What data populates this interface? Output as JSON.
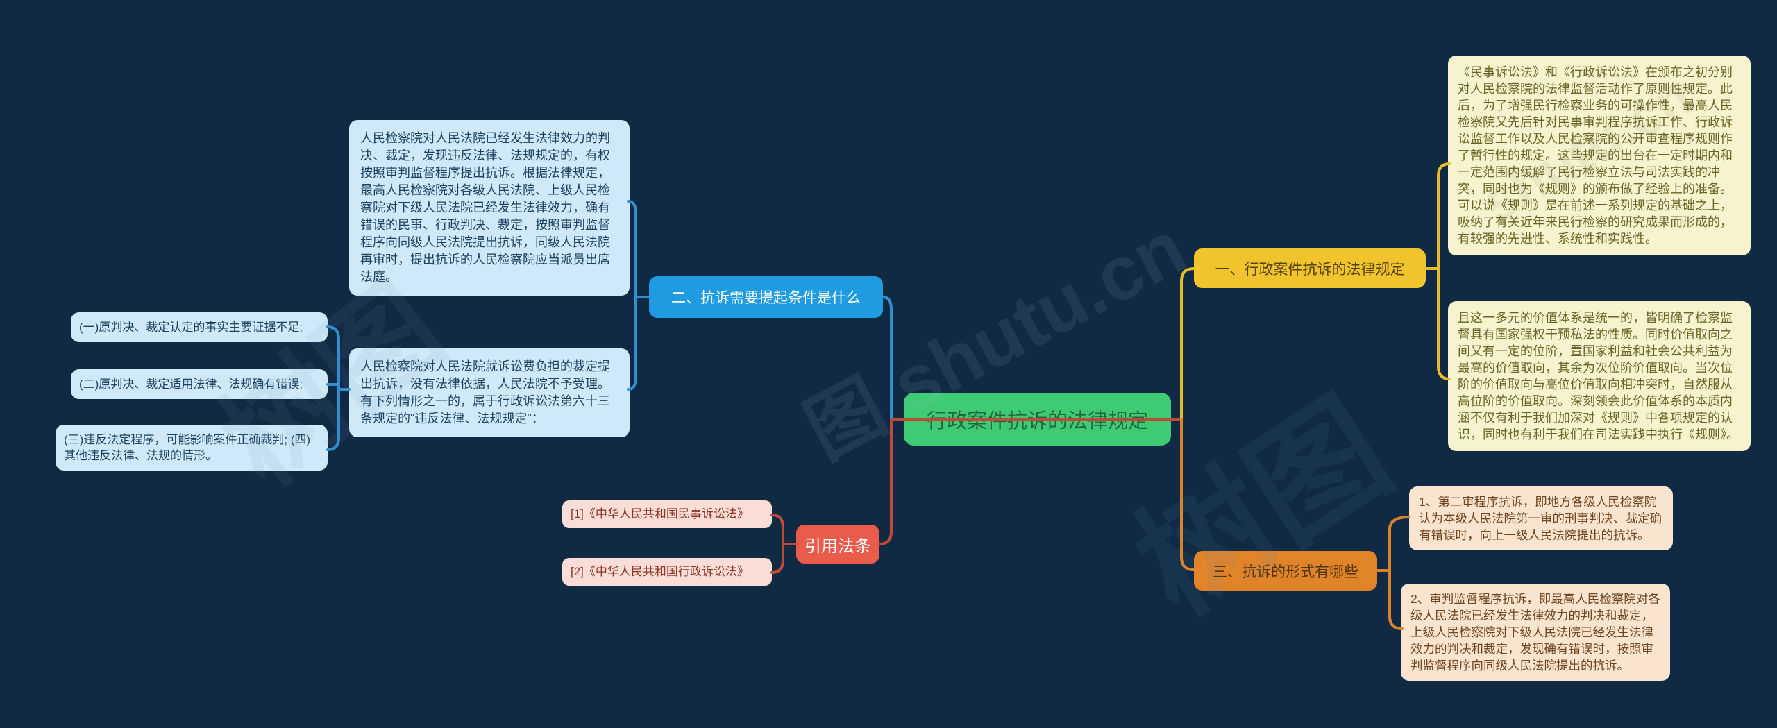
{
  "watermarks": {
    "wm1": "树图",
    "wm2": "图 shutu.cn",
    "wm3": "树图",
    "wm4": "shutu.cn"
  },
  "center": {
    "label": "行政案件抗诉的法律规定"
  },
  "branch_conditions": {
    "label": "二、抗诉需要提起条件是什么",
    "note_main": "人民检察院对人民法院已经发生法律效力的判决、裁定，发现违反法律、法规规定的，有权按照审判监督程序提出抗诉。根据法律规定，最高人民检察院对各级人民法院、上级人民检察院对下级人民法院已经发生法律效力，确有错误的民事、行政判决、裁定，按照审判监督程序向同级人民法院提出抗诉，同级人民法院再审时，提出抗诉的人民检察院应当派员出席法庭。",
    "note_fee": "人民检察院对人民法院就诉讼费负担的裁定提出抗诉，没有法律依据，人民法院不予受理。有下列情形之一的，属于行政诉讼法第六十三条规定的\"违反法律、法规规定\"：",
    "items": [
      "(一)原判决、裁定认定的事实主要证据不足;",
      "(二)原判决、裁定适用法律、法规确有错误;",
      "(三)违反法定程序，可能影响案件正确裁判; (四)其他违反法律、法规的情形。"
    ]
  },
  "branch_citations": {
    "label": "引用法条",
    "items": [
      "[1]《中华人民共和国民事诉讼法》",
      "[2]《中华人民共和国行政诉讼法》"
    ]
  },
  "branch_regulations": {
    "label": "一、行政案件抗诉的法律规定",
    "notes": [
      "《民事诉讼法》和《行政诉讼法》在颁布之初分别对人民检察院的法律监督活动作了原则性规定。此后，为了增强民行检察业务的可操作性，最高人民检察院又先后针对民事审判程序抗诉工作、行政诉讼监督工作以及人民检察院的公开审查程序规则作了暂行性的规定。这些规定的出台在一定时期内和一定范围内缓解了民行检察立法与司法实践的冲突，同时也为《规则》的颁布做了经验上的准备。可以说《规则》是在前述一系列规定的基础之上，吸纳了有关近年来民行检察的研究成果而形成的，有较强的先进性、系统性和实践性。",
      "且这一多元的价值体系是统一的，皆明确了检察监督具有国家强权干预私法的性质。同时价值取向之间又有一定的位阶，置国家利益和社会公共利益为最高的价值取向，其余为次位阶价值取向。当次位阶的价值取向与高位价值取向相冲突时，自然服从高位阶的价值取向。深刻领会此价值体系的本质内涵不仅有利于我们加深对《规则》中各项规定的认识，同时也有利于我们在司法实践中执行《规则》。"
    ]
  },
  "branch_forms": {
    "label": "三、抗诉的形式有哪些",
    "notes": [
      "1、第二审程序抗诉，即地方各级人民检察院认为本级人民法院第一审的刑事判决、裁定确有错误时，向上一级人民法院提出的抗诉。",
      "2、审判监督程序抗诉，即最高人民检察院对各级人民法院已经发生法律效力的判决和裁定，上级人民检察院对下级人民法院已经发生法律效力的判决和裁定，发现确有错误时，按照审判监督程序向同级人民法院提出的抗诉。"
    ]
  },
  "colors": {
    "background": "#112a43",
    "node_blue": "#1f9ce1",
    "node_green": "#3fcb73",
    "node_red": "#e95c4b",
    "node_yellow": "#f1c32c",
    "node_orange": "#e08329",
    "note_blue_bg": "#cfe9f8",
    "note_yellow_bg": "#f8f3cf",
    "note_pink_bg": "#f9ded8",
    "note_peach_bg": "#f9e4d0",
    "wire_blue": "#2f8fd0",
    "wire_red": "#bf4a38",
    "wire_yellow": "#e8bc2b",
    "wire_orange": "#d9832d"
  }
}
